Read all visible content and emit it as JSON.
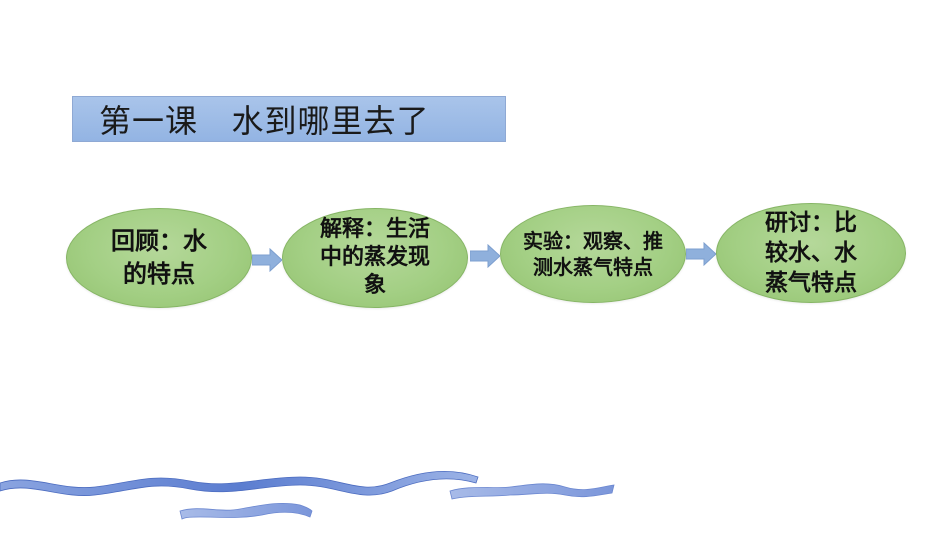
{
  "slide": {
    "title": "第一课   水到哪里去了",
    "colors": {
      "title_fill": "#a9c4ea",
      "node_fill": "#a3cf84",
      "arrow_fill": "#8fb0dc",
      "wave_fill": "#6f8fd6"
    },
    "flow": {
      "nodes": [
        {
          "label": "回顾：水的特点"
        },
        {
          "label": "解释：生活中的蒸发现象"
        },
        {
          "label": "实验：观察、推测水蒸气特点"
        },
        {
          "label": "研讨：比较水、水蒸气特点"
        }
      ],
      "arrow_icon": "right-arrow-icon"
    },
    "decoration": {
      "icon": "water-wave-icon"
    }
  }
}
